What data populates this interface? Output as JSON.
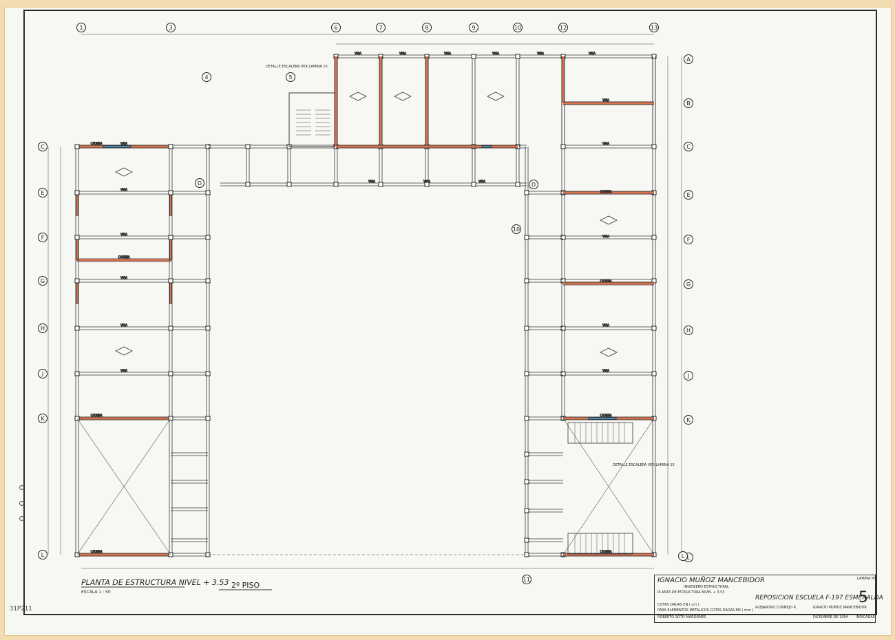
{
  "sheet": {
    "plan_title": "PLANTA DE ESTRUCTURA NIVEL + 3.53",
    "scale": "ESCALA 1 : 50",
    "floor_label": "2º PISO",
    "stamp_number": "31P211"
  },
  "axes": {
    "top": [
      "1",
      "3",
      "6",
      "7",
      "8",
      "9",
      "10",
      "12",
      "13"
    ],
    "left": [
      "C",
      "E",
      "F",
      "G",
      "H",
      "J",
      "K",
      "L"
    ],
    "right": [
      "A",
      "B",
      "C",
      "E",
      "F",
      "G",
      "H",
      "J",
      "K",
      "L"
    ],
    "bottom": [
      "11"
    ]
  },
  "labels": {
    "stair_detail_top": "DETALLE ESCALERA VER LAMINA 15",
    "stair_detail_bottom": "DETALLE ESCALERA VER LAMINA 15",
    "viga": "VIGA",
    "cadena": "CADENA"
  },
  "title_block": {
    "engineer": "IGNACIO MUÑOZ MANCEBIDOR",
    "profession": "INGENIERO ESTRUCTURAL",
    "project": "REPOSICION ESCUELA F-197 ESMERALDA",
    "drawing": "PLANTA DE ESTRUCTURA NIVEL + 3.53",
    "sheet_number": "5",
    "sheet_label": "LAMINA Nº",
    "date": "DICIEMBRE DE 1994",
    "drawn": "ALEJANDRO CORNEJO R.",
    "checked": "IGNACIO MUÑOZ MANCEBIDOR",
    "reviewed": "ROBERTO SOTO MARDONES",
    "notes_1": "COTAS DADAS EN ( cm )",
    "notes_2": "PARA ELEMENTOS METALICOS COTAS DADAS EN ( mm )",
    "scale_value": "INDICADAS"
  }
}
